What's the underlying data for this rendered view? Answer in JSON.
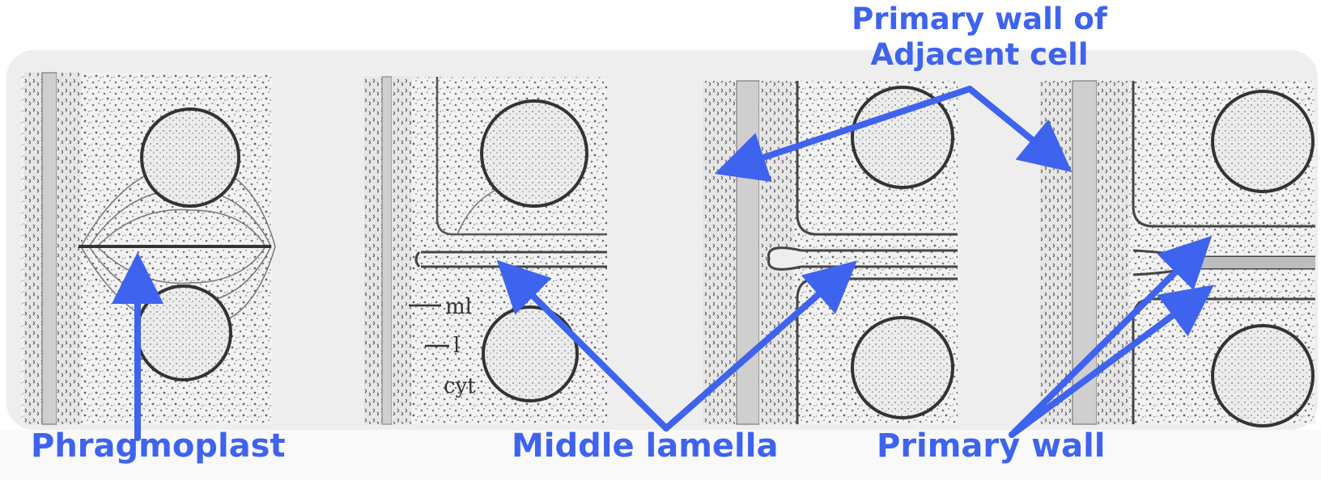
{
  "labels": {
    "top_line1": "Primary wall of",
    "top_line2": "Adjacent cell",
    "phragmoplast": "Phragmoplast",
    "middle_lamella": "Middle lamella",
    "primary_wall": "Primary wall"
  },
  "small_labels": {
    "ml": "ml",
    "l": "l",
    "cyt": "cyt"
  },
  "colors": {
    "arrow": "#3e63ee",
    "label": "#3e63ee",
    "panel_bg": "#eeeeee",
    "ink": "#3a3a3a"
  }
}
